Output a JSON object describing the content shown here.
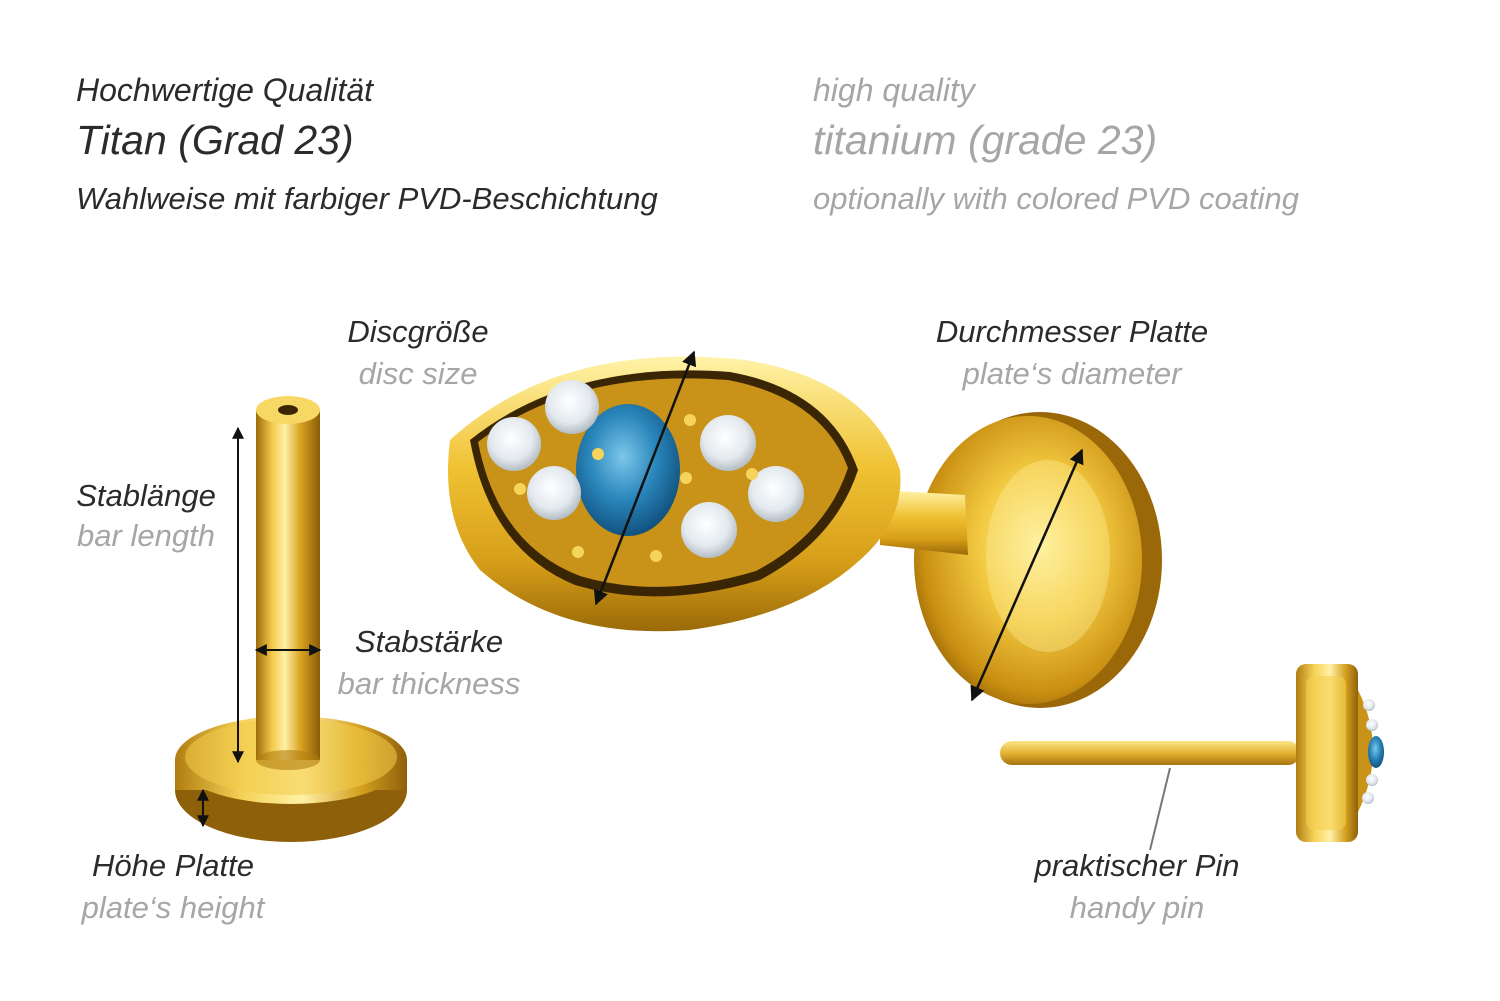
{
  "header": {
    "de": {
      "line1": "Hochwertige Qualität",
      "line2": "Titan (Grad 23)",
      "line3": "Wahlweise mit farbiger PVD-Beschichtung"
    },
    "en": {
      "line1": "high quality",
      "line2": "titanium (grade 23)",
      "line3": "optionally with colored PVD coating"
    }
  },
  "labels": {
    "disc_size": {
      "de": "Discgröße",
      "en": "disc size"
    },
    "plate_diameter": {
      "de": "Durchmesser Platte",
      "en": "plate‘s diameter"
    },
    "bar_length": {
      "de": "Stablänge",
      "en": "bar length"
    },
    "bar_thickness": {
      "de": "Stabstärke",
      "en": "bar thickness"
    },
    "plate_height": {
      "de": "Höhe Platte",
      "en": "plate‘s height"
    },
    "handy_pin": {
      "de": "praktischer Pin",
      "en": "handy pin"
    }
  },
  "colors": {
    "gold": "#e0b12a",
    "gold_light": "#fbe27a",
    "gold_dark": "#9c6b0b",
    "stone_blue": "#1d6fa3",
    "stone_white": "#e8eef2",
    "text_dark": "#2b2b2b",
    "text_light": "#a6a6a6"
  }
}
